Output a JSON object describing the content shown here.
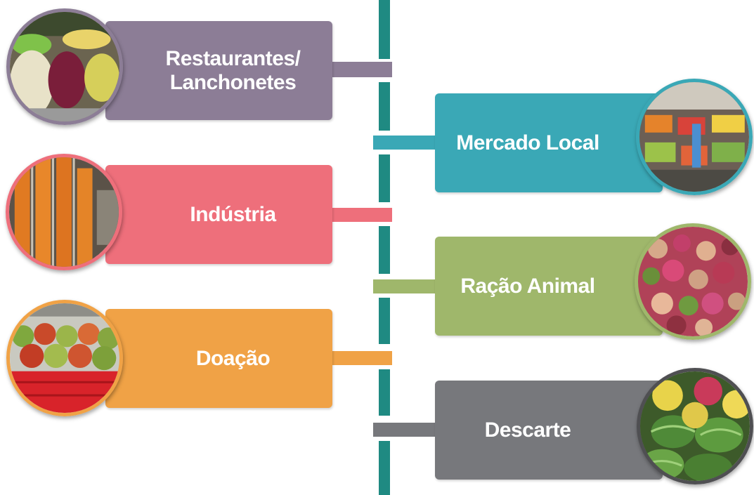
{
  "diagram": {
    "left_items": [
      {
        "label": "Restaurantes/ Lanchonetes",
        "color": "#8c7d96",
        "icon": "salad-bar-photo-icon"
      },
      {
        "label": "Indústria",
        "color": "#ee6f7b",
        "icon": "factory-conveyor-photo-icon"
      },
      {
        "label": "Doação",
        "color": "#f0a246",
        "icon": "tomato-crate-photo-icon"
      }
    ],
    "right_items": [
      {
        "label": "Mercado Local",
        "color": "#3aa8b6",
        "icon": "market-stall-photo-icon"
      },
      {
        "label": "Ração Animal",
        "color": "#9fb76b",
        "icon": "pet-food-photo-icon"
      },
      {
        "label": "Descarte",
        "color": "#77787c",
        "icon": "discarded-melons-photo-icon"
      }
    ],
    "spine_color": "#1f8a82"
  }
}
